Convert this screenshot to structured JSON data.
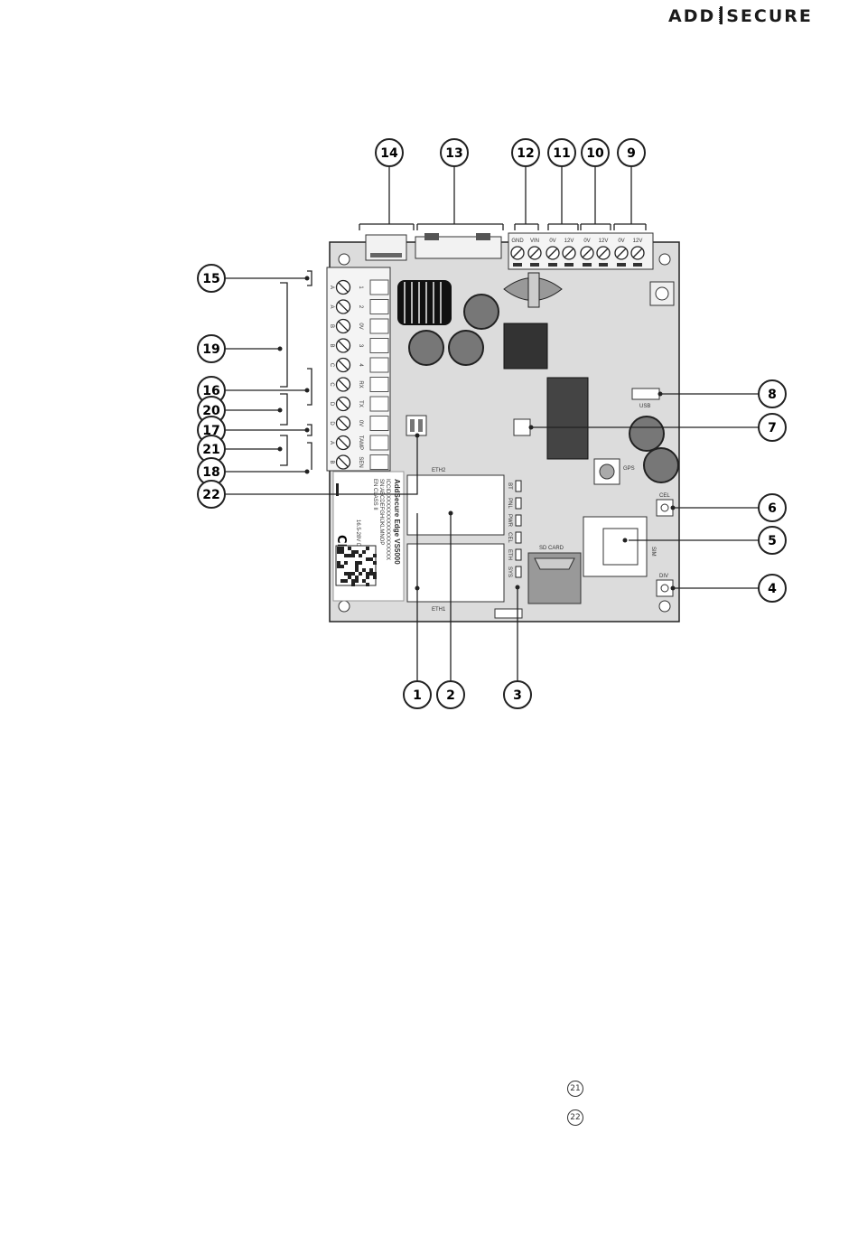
{
  "brand": {
    "left": "ADD",
    "right": "SECURE"
  },
  "callouts_top": [
    "14",
    "13",
    "12",
    "11",
    "10",
    "9"
  ],
  "callouts_bottom": [
    "1",
    "2",
    "3"
  ],
  "callouts_right": [
    "8",
    "7",
    "6",
    "5",
    "4"
  ],
  "callouts_left": [
    "15",
    "19",
    "16",
    "20",
    "17",
    "21",
    "18",
    "22"
  ],
  "top_terminal_labels": [
    "GND",
    "VIN",
    "0V",
    "12V",
    "0V",
    "12V",
    "0V",
    "12V"
  ],
  "left_terminal_labels_inner": [
    "1",
    "2",
    "0V",
    "3",
    "4",
    "RX",
    "TX",
    "0V",
    "TAMP",
    "SEN"
  ],
  "left_terminal_labels_outer": [
    "A",
    "A",
    "B",
    "B",
    "C",
    "C",
    "D",
    "D",
    "A",
    "B"
  ],
  "board_labels": {
    "eth2": "ETH2",
    "eth1": "ETH1",
    "usb": "USB",
    "gps": "GPS",
    "cel": "CEL",
    "div": "DIV",
    "sim": "SIM",
    "sd_card": "SD CARD"
  },
  "led_labels": [
    "BT",
    "PNL",
    "PWR",
    "CEL",
    "ETH",
    "SYS"
  ],
  "product_label": {
    "name": "AddSecure Edge VS5000",
    "line1": "ICCID:XXXXXXXXXXXXXXXXXX",
    "line2": "SN:ABCDEFGHIJKLMNOP",
    "line3": "EN CLASS II",
    "power": "16.5-28V DC"
  },
  "legend": {
    "item21": "21",
    "item22": "22"
  }
}
